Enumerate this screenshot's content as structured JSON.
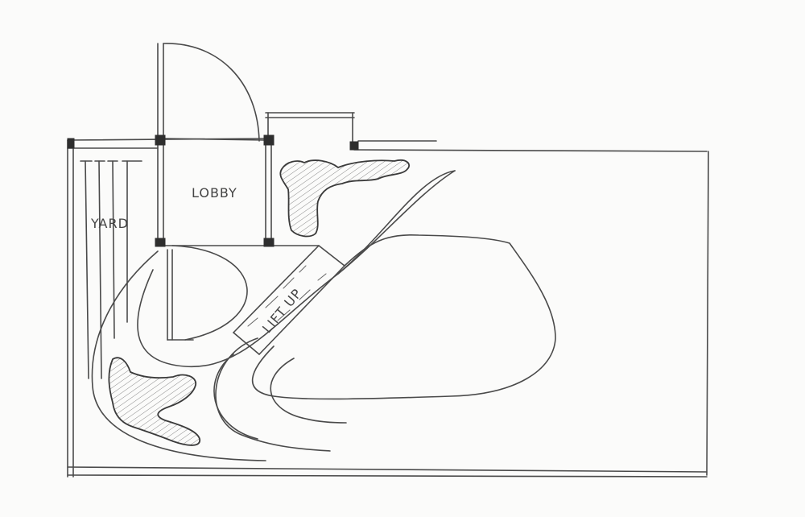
{
  "diagram": {
    "type": "architectural site plan sketch",
    "labels": {
      "lobby": "LOBBY",
      "yard": "YARD",
      "lift_up": "LIFT UP"
    },
    "colors": {
      "paper": "#fbfbfa",
      "pencil": "#4a4a4a",
      "hatch": "#888888"
    }
  }
}
